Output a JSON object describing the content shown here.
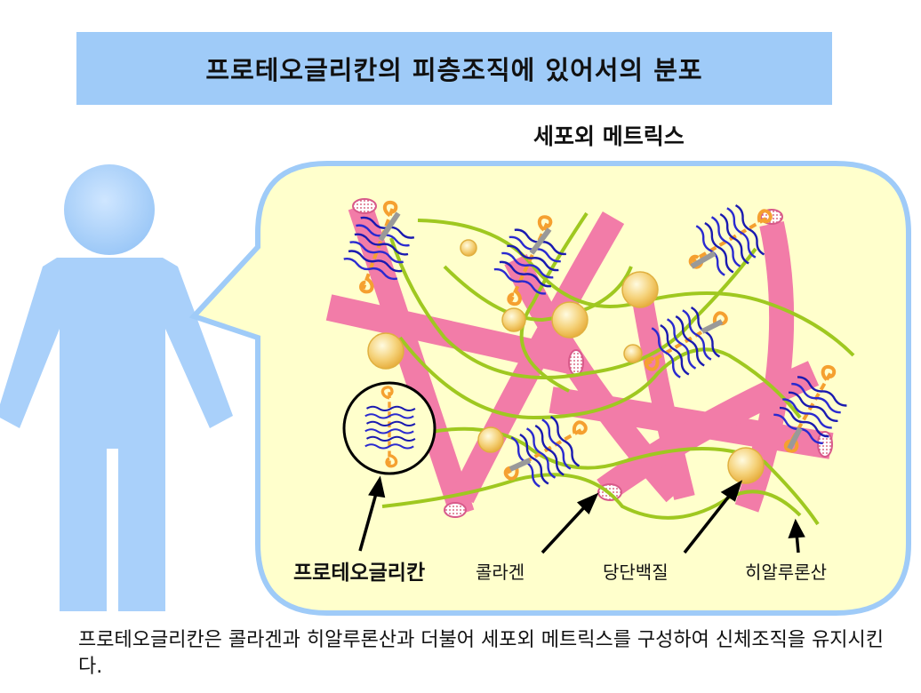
{
  "title": "프로테오글리칸의 피층조직에 있어서의 분포",
  "ecm_label": "세포외 메트릭스",
  "labels": {
    "proteoglycan": "프로테오글리칸",
    "collagen": "콜라겐",
    "glycoprotein": "당단백질",
    "hyaluronic_acid": "히알루론산"
  },
  "description": "프로테오글리칸은 콜라겐과 히알루론산과 더불어 세포외 메트릭스를 구성하여 신체조직을 유지시킨다.",
  "colors": {
    "title_bg": "#9fcbf8",
    "figure": "#a9d0fa",
    "bubble_fill": "#ffffcc",
    "bubble_stroke": "#9fcbf8",
    "collagen": "#f27ca8",
    "hyaluronic": "#9fc820",
    "glycoprotein": "#f2c861",
    "proteoglycan_chain": "#1a1ab0",
    "core_protein": "#f5a030"
  }
}
